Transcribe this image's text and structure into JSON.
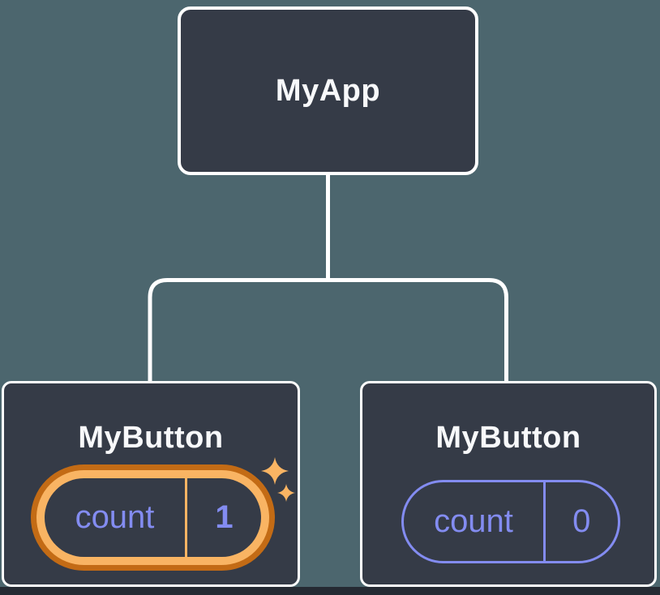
{
  "diagram": {
    "type": "component-tree",
    "root": {
      "label": "MyApp"
    },
    "children": [
      {
        "label": "MyButton",
        "state": {
          "key": "count",
          "value": "1"
        },
        "highlighted": true,
        "badge": "sparkle-icon"
      },
      {
        "label": "MyButton",
        "state": {
          "key": "count",
          "value": "0"
        },
        "highlighted": false
      }
    ]
  },
  "colors": {
    "background": "#4C666E",
    "node_fill": "#353B47",
    "node_border": "#FFFFFF",
    "connector": "#FFFFFF",
    "state_purple": "#838CF1",
    "highlight_orange_dark": "#C36B15",
    "highlight_orange_light": "#F9B463",
    "bottom_strip": "#252A33"
  }
}
